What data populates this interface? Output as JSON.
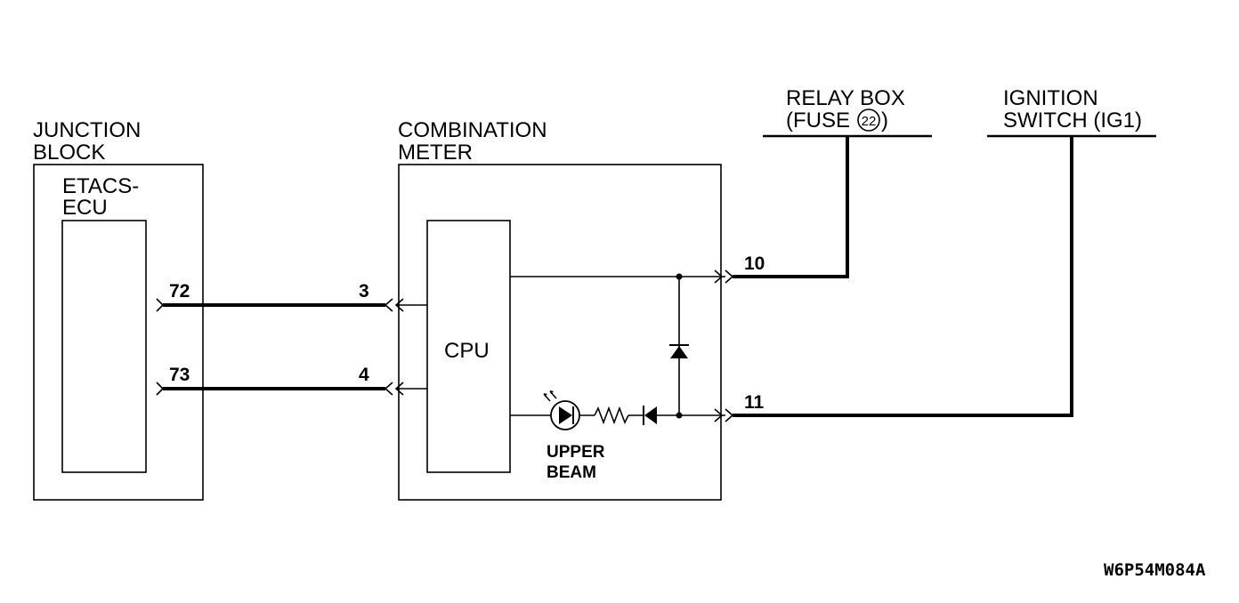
{
  "junction_block": {
    "title_line1": "JUNCTION",
    "title_line2": "BLOCK"
  },
  "etacs_ecu": {
    "label_line1": "ETACS-",
    "label_line2": "ECU"
  },
  "combination_meter": {
    "title_line1": "COMBINATION",
    "title_line2": "METER"
  },
  "cpu": {
    "label": "CPU"
  },
  "relay_box": {
    "label_line1": "RELAY BOX",
    "label_line2_prefix": "(FUSE",
    "fuse_number": "22",
    "label_line2_suffix": ")"
  },
  "ignition_switch": {
    "label_line1": "IGNITION",
    "label_line2": "SWITCH (IG1)"
  },
  "indicator": {
    "label_line1": "UPPER",
    "label_line2": "BEAM"
  },
  "pins": {
    "ecu_top": "72",
    "ecu_bottom": "73",
    "meter_3": "3",
    "meter_4": "4",
    "meter_10": "10",
    "meter_11": "11"
  },
  "figure_code": "W6P54M084A"
}
